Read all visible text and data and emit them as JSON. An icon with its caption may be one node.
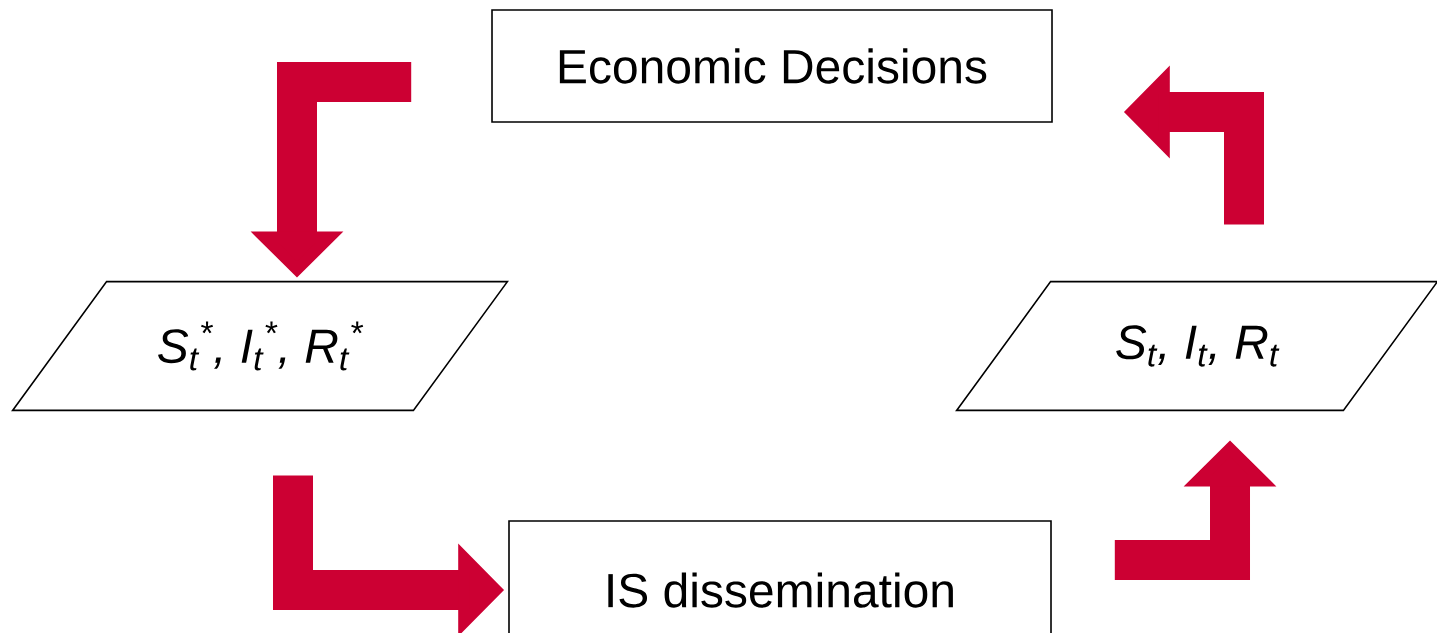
{
  "diagram": {
    "nodes": [
      {
        "text": [
          "Economic Decisions"
        ]
      },
      {
        "text": [
          "S$_{t}$$^{*}$, I$_{t}$$^{*}$, R$_{t}$$^{*}$"
        ]
      },
      {
        "text": [
          "IS dissemination"
        ]
      },
      {
        "text": [
          "S$_{t}$, I$_{t}$, R$_{t}$"
        ]
      }
    ],
    "edges": [
      {
        "from": 0,
        "to": 1,
        "arrow": "to"
      },
      {
        "from": 1,
        "to": 2,
        "arrow": "to"
      },
      {
        "from": 2,
        "to": 3,
        "arrow": "to"
      },
      {
        "from": 3,
        "to": 0,
        "arrow": "to"
      }
    ]
  }
}
